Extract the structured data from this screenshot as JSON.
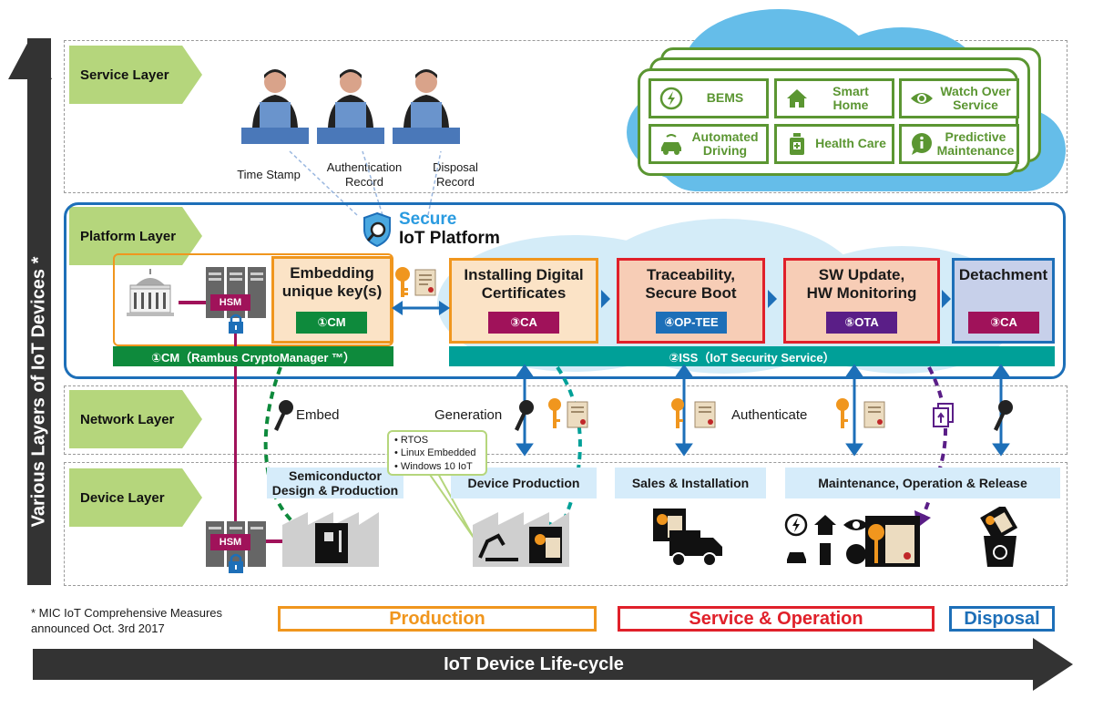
{
  "vertical_axis": {
    "label": "Various Layers of IoT Devices *"
  },
  "layers": [
    {
      "label": "Service Layer"
    },
    {
      "label": "Platform Layer"
    },
    {
      "label": "Network Layer"
    },
    {
      "label": "Device Layer"
    }
  ],
  "service_layer": {
    "operators": [
      {
        "label": "Time Stamp"
      },
      {
        "label": "Authentication\nRecord"
      },
      {
        "label": "Disposal\nRecord"
      }
    ],
    "services": [
      {
        "label": "BEMS",
        "icon": "lightning-icon"
      },
      {
        "label": "Smart\nHome",
        "icon": "home-icon"
      },
      {
        "label": "Watch Over\nService",
        "icon": "eye-icon"
      },
      {
        "label": "Automated\nDriving",
        "icon": "car-icon"
      },
      {
        "label": "Health Care",
        "icon": "medicine-icon"
      },
      {
        "label": "Predictive\nMaintenance",
        "icon": "info-icon"
      }
    ]
  },
  "platform": {
    "title_line1": "Secure",
    "title_line2": "IoT Platform",
    "steps": [
      {
        "label": "Embedding\nunique key(s)",
        "tag": "①CM",
        "tag_color": "#0e8a3c",
        "border": "#f0961e",
        "fill": "#fbe3c6"
      },
      {
        "label": "Installing Digital\nCertificates",
        "tag": "③CA",
        "tag_color": "#a0125a",
        "border": "#f0961e",
        "fill": "#fbe3c6"
      },
      {
        "label": "Traceability,\nSecure Boot",
        "tag": "④OP-TEE",
        "tag_color": "#1d6fb8",
        "border": "#e0202a",
        "fill": "#f7cdb6"
      },
      {
        "label": "SW Update,\nHW Monitoring",
        "tag": "⑤OTA",
        "tag_color": "#5a1e87",
        "border": "#e0202a",
        "fill": "#f7cdb6"
      },
      {
        "label": "Detachment",
        "tag": "③CA",
        "tag_color": "#a0125a",
        "border": "#1d6fb8",
        "fill": "#c7d0ea"
      }
    ],
    "hsm_label": "HSM",
    "cm_bar": "①CM（Rambus CryptoManager ™）",
    "iss_bar": "②ISS（IoT Security Service）"
  },
  "network_layer": {
    "embed_label": "Embed",
    "generation_label": "Generation",
    "authenticate_label": "Authenticate"
  },
  "device_layer": {
    "phases": [
      {
        "label": "Semiconductor\nDesign & Production"
      },
      {
        "label": "Device Production"
      },
      {
        "label": "Sales & Installation"
      },
      {
        "label": "Maintenance, Operation & Release"
      }
    ],
    "os_callout": [
      "• RTOS",
      "• Linux Embedded",
      "• Windows 10 IoT"
    ],
    "hsm_label": "HSM"
  },
  "footnote": "* MIC IoT Comprehensive Measures\nannounced Oct. 3rd 2017",
  "lifecycle_stages": [
    {
      "label": "Production",
      "color": "#f0961e"
    },
    {
      "label": "Service & Operation",
      "color": "#e0202a"
    },
    {
      "label": "Disposal",
      "color": "#1d6fb8"
    }
  ],
  "lifecycle_axis": {
    "label": "IoT Device Life-cycle"
  },
  "colors": {
    "layer_tag": "#b5d67c",
    "service_green": "#5b9632",
    "platform_blue": "#1d6fb8",
    "cm_green": "#0e8a3c",
    "iss_teal": "#00a098",
    "hsm_magenta": "#a0125a",
    "cloud_blue": "#65bde9"
  }
}
